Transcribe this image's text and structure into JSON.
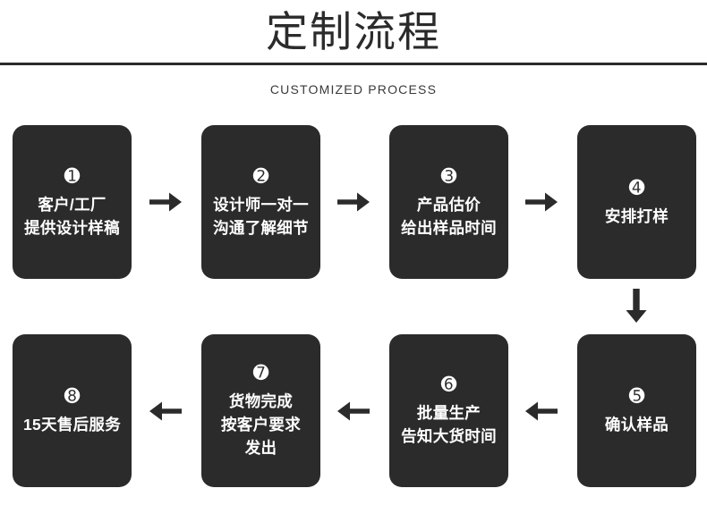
{
  "header": {
    "title": "定制流程",
    "subtitle": "CUSTOMIZED PROCESS"
  },
  "colors": {
    "box_fill": "#2b2b2b",
    "page_background": "#ffffff",
    "text_on_box": "#ffffff",
    "rule": "#2b2b2b"
  },
  "flow": {
    "row1": {
      "steps": [
        {
          "number": "➊",
          "number_plain": "1",
          "label": "客户/工厂\n提供设计样稿"
        },
        {
          "number": "➋",
          "number_plain": "2",
          "label": "设计师一对一\n沟通了解细节"
        },
        {
          "number": "➌",
          "number_plain": "3",
          "label": "产品估价\n给出样品时间"
        },
        {
          "number": "➍",
          "number_plain": "4",
          "label": "安排打样"
        }
      ],
      "connectors": [
        {
          "icon": "arrow-right-icon",
          "direction": "right"
        },
        {
          "icon": "arrow-right-icon",
          "direction": "right"
        },
        {
          "icon": "arrow-right-icon",
          "direction": "right"
        }
      ]
    },
    "turn": {
      "icon": "arrow-down-icon",
      "direction": "down"
    },
    "row2": {
      "steps": [
        {
          "number": "➑",
          "number_plain": "8",
          "label": "15天售后服务"
        },
        {
          "number": "➐",
          "number_plain": "7",
          "label": "货物完成\n按客户要求\n发出"
        },
        {
          "number": "➏",
          "number_plain": "6",
          "label": "批量生产\n告知大货时间"
        },
        {
          "number": "➎",
          "number_plain": "5",
          "label": "确认样品"
        }
      ],
      "connectors": [
        {
          "icon": "arrow-left-icon",
          "direction": "left"
        },
        {
          "icon": "arrow-left-icon",
          "direction": "left"
        },
        {
          "icon": "arrow-left-icon",
          "direction": "left"
        }
      ]
    }
  }
}
